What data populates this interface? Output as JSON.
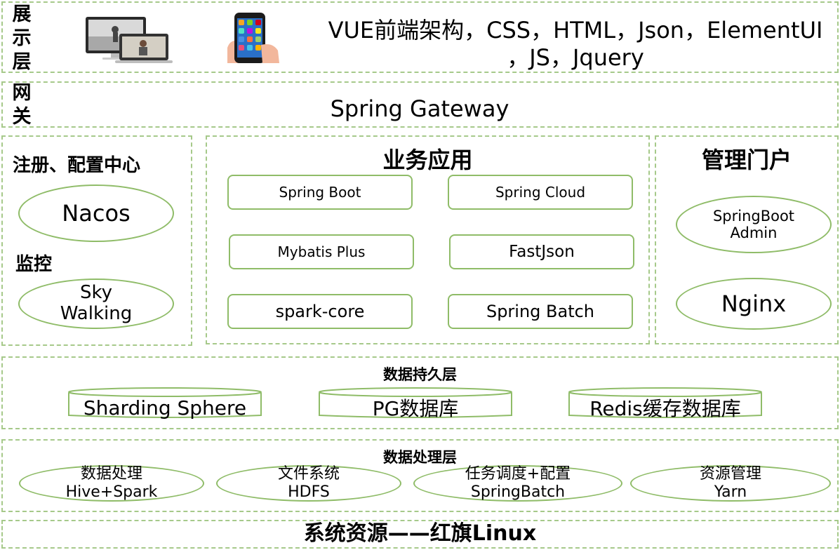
{
  "presentation": {
    "label_chars": [
      "展",
      "示",
      "层"
    ],
    "text_line1": "VUE前端架构，CSS，HTML，Json，ElementUI",
    "text_line2": "，JS，Jquery",
    "icons": [
      "desktop-laptop-icon",
      "smartphone-apps-icon"
    ]
  },
  "gateway": {
    "label_chars": [
      "网",
      "关"
    ],
    "text": "Spring Gateway"
  },
  "registry": {
    "title": "注册、配置中心",
    "nacos": "Nacos",
    "monitor_title": "监控",
    "skywalking": "Sky\nWalking"
  },
  "business": {
    "title": "业务应用",
    "items": [
      "Spring Boot",
      "Spring Cloud",
      "Mybatis Plus",
      "FastJson",
      "spark-core",
      "Spring Batch"
    ]
  },
  "portal": {
    "title": "管理门户",
    "items": [
      "SpringBoot\nAdmin",
      "Nginx"
    ]
  },
  "persistence": {
    "title": "数据持久层",
    "items": [
      "Sharding Sphere",
      "PG数据库",
      "Redis缓存数据库"
    ]
  },
  "processing": {
    "title": "数据处理层",
    "items": [
      "数据处理\nHive+Spark",
      "文件系统\nHDFS",
      "任务调度+配置\nSpringBatch",
      "资源管理\nYarn"
    ]
  },
  "system": {
    "text": "系统资源——红旗Linux"
  },
  "colors": {
    "border": "#8fbc68",
    "dashed_border": "#a6c98a"
  }
}
